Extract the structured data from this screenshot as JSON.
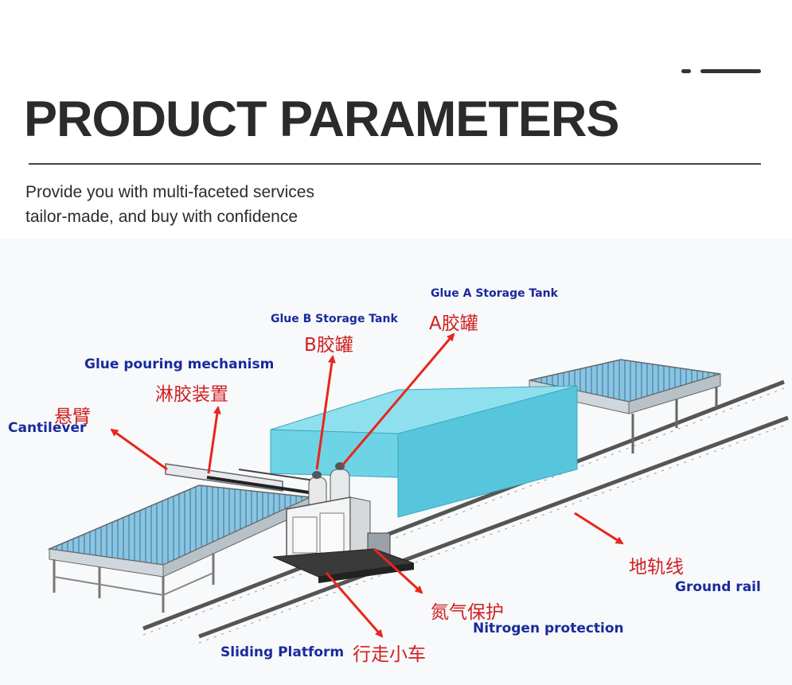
{
  "header": {
    "title": "PRODUCT PARAMETERS",
    "subtitle_line1": "Provide you with multi-faceted services",
    "subtitle_line2": "tailor-made, and buy with confidence"
  },
  "labels": {
    "glue_a_en": "Glue A Storage Tank",
    "glue_a_cn": "A胶罐",
    "glue_b_en": "Glue B Storage Tank",
    "glue_b_cn": "B胶罐",
    "pouring_en": "Glue pouring mechanism",
    "pouring_cn": "淋胶装置",
    "cantilever_cn": "悬臂",
    "cantilever_en": "Cantilever",
    "ground_rail_cn": "地轨线",
    "ground_rail_en": "Ground rail",
    "nitrogen_cn": "氮气保护",
    "nitrogen_en": "Nitrogen protection",
    "sliding_en": "Sliding Platform",
    "sliding_cn": "行走小车"
  },
  "colors": {
    "label_blue": "#1a2a9c",
    "label_red": "#d02020",
    "arrow_red": "#e8261c",
    "glass": "#6fd3e6",
    "roller": "#7fb8d8"
  }
}
